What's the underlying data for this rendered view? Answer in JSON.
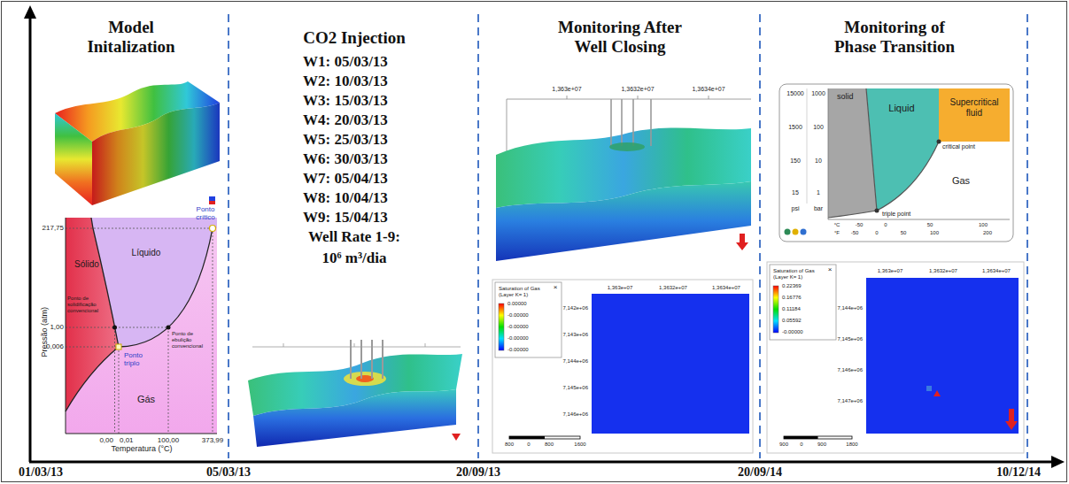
{
  "diagram": {
    "nodes": [
      {
        "text": [
          "Model Initalization"
        ]
      },
      {
        "text": [
          "CO2 Injection"
        ]
      },
      {
        "text": [
          "Monitoring After Well Closing"
        ]
      },
      {
        "text": [
          "Monitoring of Phase Transition"
        ]
      }
    ],
    "labels": [
      "W1: 05/03/13",
      "W2: 10/03/13",
      "W3: 15/03/13",
      "W4: 20/03/13",
      "W5: 25/03/13",
      "W6: 30/03/13",
      "W7: 05/04/13",
      "W8: 10/04/13",
      "W9: 15/04/13",
      "Well Rate 1-9:",
      "10⁶ m³/dia",
      "01/03/13",
      "05/03/13",
      "20/09/13",
      "20/09/14",
      "10/12/14",
      "Pressão (atm)",
      "Temperatura (°C)",
      "217,75",
      "1,00",
      "0,006",
      "0,00",
      "0,01",
      "100,00",
      "373,99",
      "Sólido",
      "Líquido",
      "Gás",
      "Ponto crítico",
      "Ponto triplo",
      "Ponto de solidificação convencional",
      "Ponto de ebulição convencional",
      "solid",
      "Liquid",
      "Supercritical fluid",
      "Gas",
      "critical point",
      "triple point",
      "15000",
      "1000",
      "1500",
      "100",
      "150",
      "10",
      "15",
      "1",
      "psi",
      "bar",
      "°C",
      "-50",
      "0",
      "50",
      "100",
      "°F",
      "-50",
      "0",
      "50",
      "100",
      "200",
      "1,363e+07",
      "1,3632e+07",
      "1,3634e+07",
      "Saturation of Gas (Layer K= 1)",
      "×",
      "0.00000",
      "-0.00000",
      "-0.00000",
      "-0.00000",
      "-0.00000",
      "1,363e+07",
      "1,3632e+07",
      "1,3634e+07",
      "7,142e+06",
      "7,143e+06",
      "7,144e+06",
      "7,145e+06",
      "7,146e+06",
      "800",
      "0",
      "800",
      "1600",
      "Saturation of Gas (Layer K= 1)",
      "×",
      "0.22369",
      "0.16776",
      "0.11184",
      "0.05592",
      "-0.00000",
      "1,363e+07",
      "1,3632e+07",
      "1,3634e+07",
      "7,144e+06",
      "7,145e+06",
      "7,146e+06",
      "7,147e+06",
      "900",
      "0",
      "900",
      "1800"
    ]
  }
}
